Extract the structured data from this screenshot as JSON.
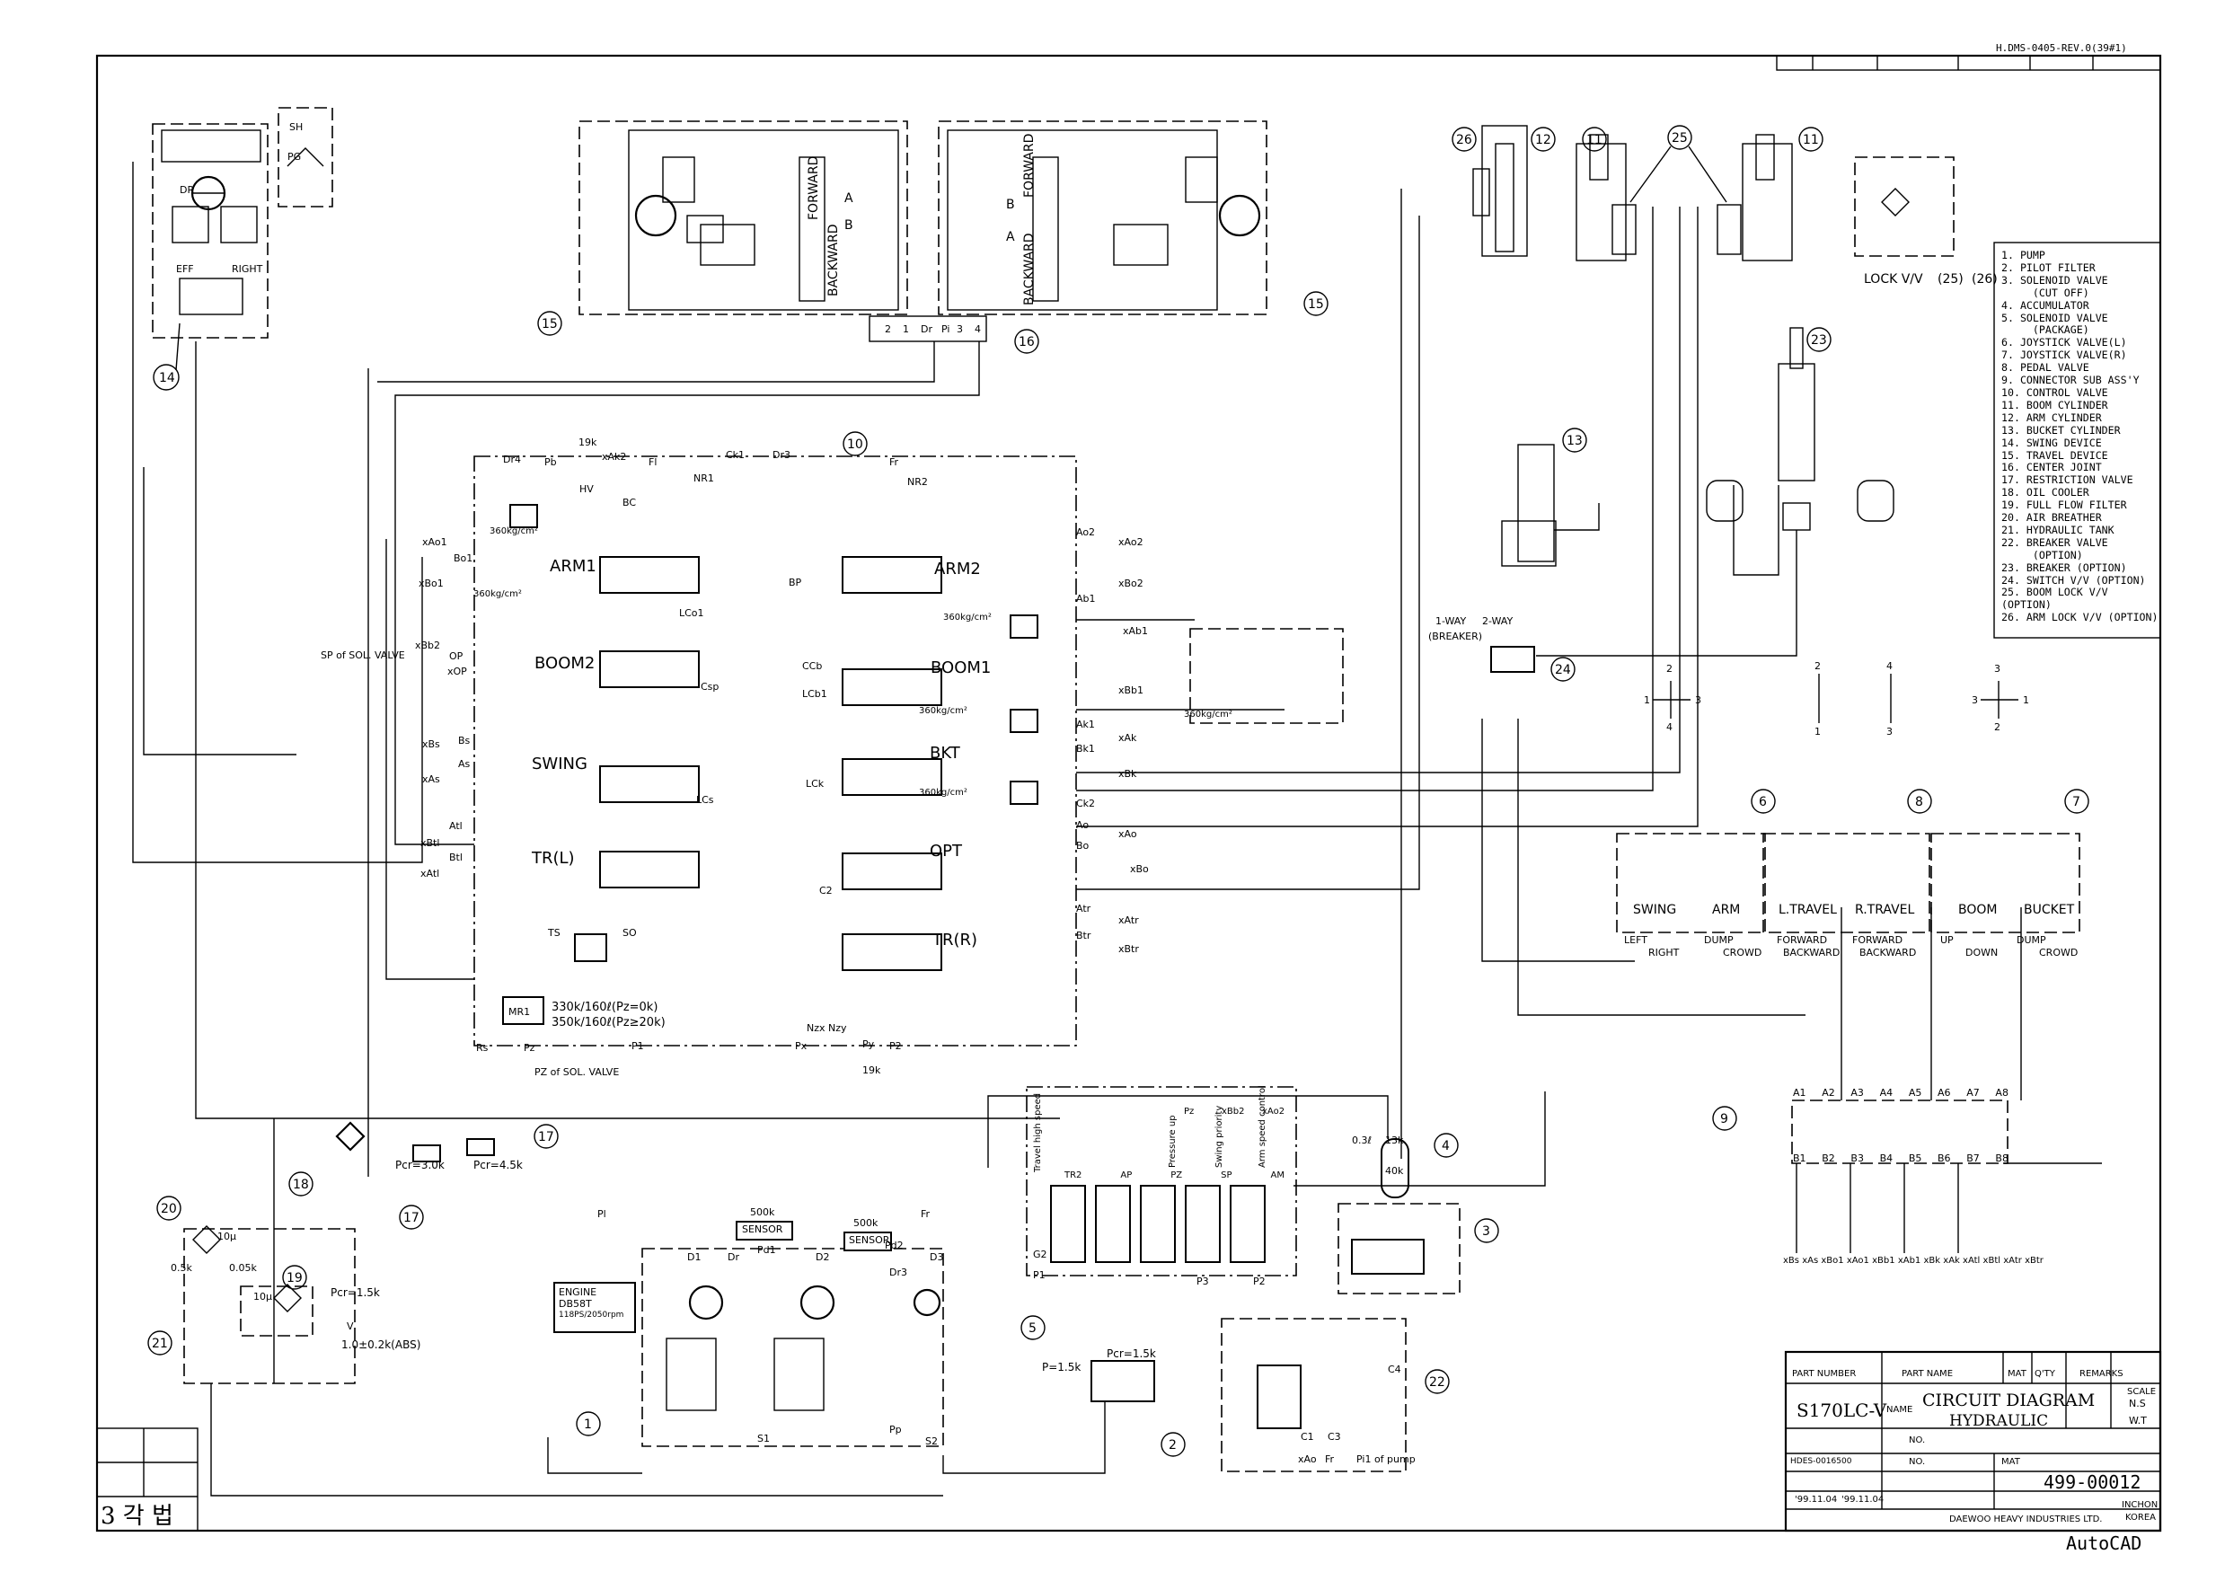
{
  "header": {
    "doc_code": "H.DMS-0405-REV.0(39#1)"
  },
  "legend": [
    "1.  PUMP",
    "2.  PILOT FILTER",
    "3.  SOLENOID VALVE",
    "     (CUT OFF)",
    "4.  ACCUMULATOR",
    "5.  SOLENOID VALVE",
    "     (PACKAGE)",
    "6.  JOYSTICK VALVE(L)",
    "7.  JOYSTICK VALVE(R)",
    "8.  PEDAL VALVE",
    "9.  CONNECTOR SUB ASS'Y",
    "10. CONTROL VALVE",
    "11. BOOM CYLINDER",
    "12. ARM CYLINDER",
    "13. BUCKET CYLINDER",
    "14. SWING DEVICE",
    "15. TRAVEL DEVICE",
    "16. CENTER JOINT",
    "17. RESTRICTION VALVE",
    "18. OIL COOLER",
    "19. FULL FLOW FILTER",
    "20. AIR BREATHER",
    "21. HYDRAULIC TANK",
    "22. BREAKER VALVE",
    "     (OPTION)",
    "23. BREAKER (OPTION)",
    "24. SWITCH V/V (OPTION)",
    "25. BOOM LOCK V/V (OPTION)",
    "26. ARM LOCK V/V (OPTION)"
  ],
  "control_valve": {
    "spools_left": [
      "ARM1",
      "BOOM2",
      "SWING",
      "TR(L)"
    ],
    "spools_right": [
      "ARM2",
      "BOOM1",
      "BKT",
      "OPT",
      "TR(R)"
    ],
    "relief_labels": [
      "360kg/cm²",
      "360kg/cm²",
      "360kg/cm²",
      "360kg/cm²",
      "360kg/cm²",
      "360kg/cm²"
    ],
    "main_relief_1": "330k/160ℓ(Pz=0k)",
    "main_relief_2": "350k/160ℓ(Pz≥20k)",
    "port_labels_left": [
      "xAo1",
      "Bo1",
      "xBo1",
      "xBb2",
      "OP",
      "xOP",
      "Bs",
      "xBs",
      "As",
      "xAs",
      "Atl",
      "xBtl",
      "Btl",
      "xAtl"
    ],
    "port_labels_right": [
      "Ao2",
      "xAo2",
      "xBo2",
      "Ab1",
      "xAb1",
      "xBb1",
      "Ak1",
      "xAk",
      "Bk1",
      "xBk",
      "Ck2",
      "Ao",
      "xAo",
      "Bo",
      "xBo",
      "Atr",
      "xAtr",
      "Btr",
      "xBtr"
    ],
    "top_ports": [
      "Dr4",
      "Pb",
      "xAk2",
      "Fl",
      "Ck1",
      "Dr3",
      "Fr"
    ],
    "bottom_ports": [
      "Rs",
      "Pz",
      "P1",
      "Px",
      "Py",
      "P2"
    ],
    "misc": [
      "HV",
      "BC",
      "NR1",
      "NR2",
      "LCo1",
      "BP",
      "CCb",
      "LCb1",
      "LCk",
      "Csp",
      "LCs",
      "C2",
      "TS",
      "SO",
      "MR1",
      "Nzx",
      "Nzy",
      "19k",
      "19k"
    ],
    "pz_label": "PZ of SOL. VALVE",
    "sp_label": "SP of SOL. VALVE"
  },
  "travel": {
    "forward": "FORWARD",
    "backward": "BACKWARD"
  },
  "center_joint_ports": [
    "2",
    "1",
    "Dr",
    "Pi",
    "3",
    "4"
  ],
  "switch_valve": {
    "one_way": "1-WAY",
    "two_way": "2-WAY",
    "breaker": "(BREAKER)"
  },
  "lock_valve_label": "LOCK V/V",
  "joysticks": [
    {
      "name": "SWING",
      "dirs": [
        "LEFT",
        "RIGHT"
      ]
    },
    {
      "name": "ARM",
      "dirs": [
        "DUMP",
        "CROWD"
      ]
    },
    {
      "name": "L.TRAVEL",
      "dirs": [
        "FORWARD",
        "BACKWARD"
      ]
    },
    {
      "name": "R.TRAVEL",
      "dirs": [
        "FORWARD",
        "BACKWARD"
      ]
    },
    {
      "name": "BOOM",
      "dirs": [
        "UP",
        "DOWN"
      ]
    },
    {
      "name": "BUCKET",
      "dirs": [
        "DUMP",
        "CROWD"
      ]
    }
  ],
  "connector": {
    "top": [
      "A1",
      "A2",
      "A3",
      "A4",
      "A5",
      "A6",
      "A7",
      "A8"
    ],
    "bottom": [
      "B1",
      "B2",
      "B3",
      "B4",
      "B5",
      "B6",
      "B7",
      "B8"
    ]
  },
  "connector_out": [
    "xBs",
    "xAs",
    "xBo1",
    "xAo1",
    "xBb1",
    "xAb1",
    "xBk",
    "xAk",
    "xAtl",
    "xBtl",
    "xAtr",
    "xBtr"
  ],
  "solenoid_package": {
    "functions": [
      "Travel high speed",
      "Pressure up",
      "Swing priority",
      "Arm speed control"
    ],
    "ports": [
      "TR2",
      "AP",
      "Pz",
      "PZ",
      "xBb2",
      "SP",
      "xAo2",
      "AM"
    ],
    "io": [
      "G2",
      "P1",
      "P3",
      "P2"
    ]
  },
  "accumulator": {
    "p1": "0.3ℓ",
    "p2": "13k",
    "p3": "40k"
  },
  "pump": {
    "engine": [
      "ENGINE",
      "DB58T",
      "118PS/2050rpm"
    ],
    "sensor": "SENSOR",
    "sensor_p": [
      "500k",
      "500k"
    ],
    "ports": [
      "Pl",
      "Fr",
      "D1",
      "Dr",
      "Pd1",
      "D2",
      "Pd2",
      "D3",
      "Dr3",
      "S1",
      "S2",
      "Pp",
      "Pd2"
    ]
  },
  "restriction": {
    "r1": "Pcr=3.0k",
    "r2": "Pcr=4.5k",
    "pilot": "Pcr=1.5k",
    "p": "P=1.5k"
  },
  "tank": {
    "b1": "0.5k",
    "b2": "0.05k",
    "f1": "10μ",
    "f2": "10μ",
    "pcr": "Pcr=1.5k",
    "v": "V",
    "abs": "1.0±0.2k(ABS)"
  },
  "breaker_valve_ports": [
    "xAo",
    "Fr",
    "Pi1 of pump",
    "C4",
    "C1",
    "C3"
  ],
  "direction_sets": [
    {
      "top": "2",
      "left": "1",
      "right": "3",
      "bottom": "4"
    },
    {
      "top": "2",
      "bottom": "1"
    },
    {
      "top": "4",
      "bottom": "3"
    },
    {
      "top": "3",
      "left": "3",
      "right": "1",
      "bottom": "2"
    }
  ],
  "title_block": {
    "cols": [
      "PART NUMBER",
      "PART NAME",
      "MAT",
      "Q'TY",
      "REMARKS"
    ],
    "part_number": "S170LC-V",
    "name_label": "NAME",
    "title": "CIRCUIT DIAGRAM",
    "subtitle": "HYDRAULIC",
    "scale_label": "SCALE",
    "scale": "N.S",
    "weight": "W.T",
    "rows": [
      "NO.",
      "NO.",
      "MAT"
    ],
    "ref": "HDES-0016500",
    "dates": [
      "'99.11.04",
      "'99.11.04"
    ],
    "drawing_no": "499-00012",
    "company": "DAEWOO HEAVY INDUSTRIES LTD.",
    "location": [
      "INCHON",
      "KOREA"
    ],
    "projection": "3 각 법"
  },
  "footer": "AutoCAD"
}
